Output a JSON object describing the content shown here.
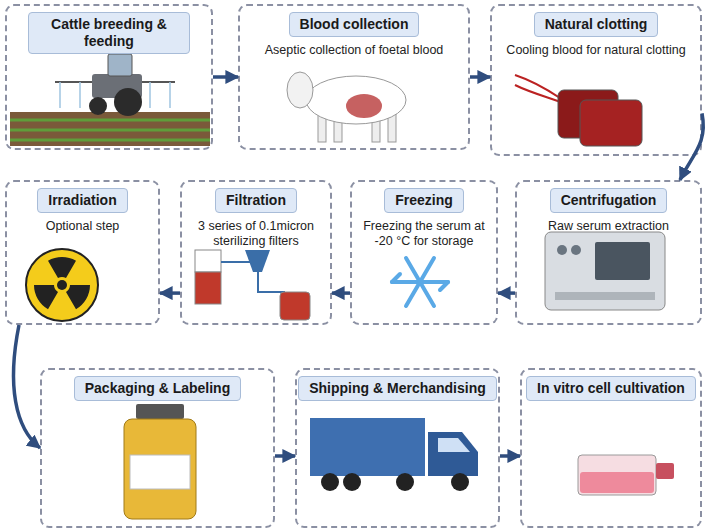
{
  "diagram": {
    "nodes": [
      {
        "text": [
          "Cattle breeding & feeding"
        ]
      },
      {
        "text": [
          "Blood collection",
          "Aseptic collection of foetal blood"
        ]
      },
      {
        "text": [
          "Natural clotting",
          "Cooling blood for natural clotting"
        ]
      },
      {
        "text": [
          "Irradiation",
          "Optional step"
        ]
      },
      {
        "text": [
          "Filtration",
          "3 series of 0.1micron sterilizing filters"
        ]
      },
      {
        "text": [
          "Freezing",
          "Freezing the serum at -20 °C for storage"
        ]
      },
      {
        "text": [
          "Centrifugation",
          "Raw serum extraction"
        ]
      },
      {
        "text": [
          "Packaging & Labeling"
        ]
      },
      {
        "text": [
          "Shipping & Merchandising"
        ]
      },
      {
        "text": [
          "In vitro cell cultivation"
        ]
      }
    ],
    "edges": [
      {
        "from": 0,
        "to": 1,
        "arrow": "to"
      },
      {
        "from": 1,
        "to": 2,
        "arrow": "to"
      },
      {
        "from": 2,
        "to": 6,
        "arrow": "to"
      },
      {
        "from": 6,
        "to": 5,
        "arrow": "to"
      },
      {
        "from": 5,
        "to": 4,
        "arrow": "to"
      },
      {
        "from": 4,
        "to": 3,
        "arrow": "to"
      },
      {
        "from": 3,
        "to": 7,
        "arrow": "to"
      },
      {
        "from": 7,
        "to": 8,
        "arrow": "to"
      },
      {
        "from": 8,
        "to": 9,
        "arrow": "to"
      }
    ]
  }
}
